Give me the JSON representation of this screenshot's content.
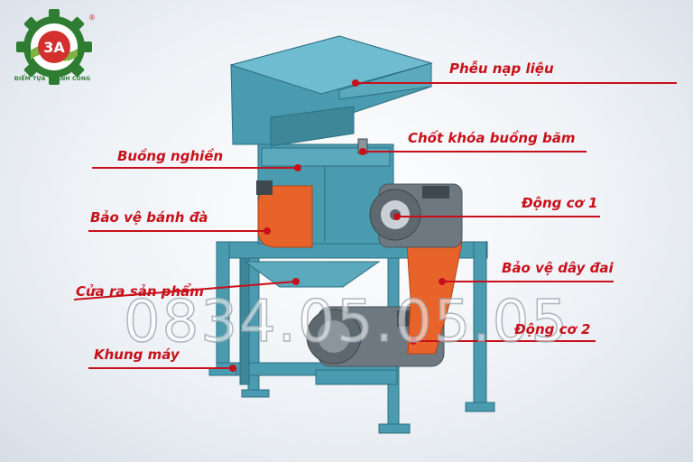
{
  "logo": {
    "mark": "3A",
    "tagline": "ĐIỂM TỰA THÀNH CÔNG",
    "registered": "®"
  },
  "watermark": "0834.05.05.05",
  "labels": {
    "hopper": "Phễu nạp liệu",
    "lock_pin": "Chốt khóa buồng băm",
    "grinding_chamber": "Buồng nghiền",
    "motor_1": "Động cơ 1",
    "flywheel_guard": "Bảo vệ bánh đà",
    "belt_guard": "Bảo vệ dây đai",
    "product_outlet": "Cửa ra sản phẩm",
    "motor_2": "Động cơ 2",
    "frame": "Khung máy"
  },
  "colors": {
    "label_text": "#c8101a",
    "leader_line": "#c8101a",
    "machine_body": "#4a9bb0",
    "guard_orange": "#e8632a",
    "motor_gray": "#6d7880",
    "logo_green": "#2e7d32",
    "logo_red": "#d32f2f"
  }
}
